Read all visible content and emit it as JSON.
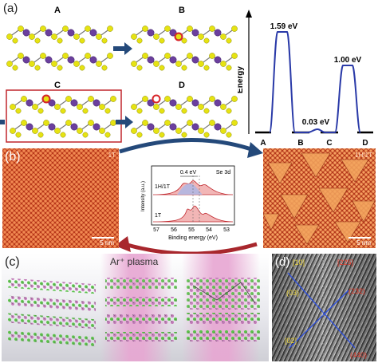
{
  "panel_a": {
    "letter": "(a)",
    "structures": [
      "A",
      "B",
      "C",
      "D"
    ],
    "energy_diagram": {
      "ylabel": "Energy",
      "states": [
        "A",
        "B",
        "C",
        "D"
      ],
      "barrier_labels": [
        "1.59 eV",
        "0.03 eV",
        "1.00 eV"
      ],
      "color": "#2a3aa8"
    }
  },
  "panel_b": {
    "letter": "(b)",
    "left_image_label": "1T",
    "right_image_label": "1H/1T",
    "left_scale": "5 nm",
    "right_scale": "5 nm",
    "xps": {
      "energy_diff": "0.4 eV",
      "peak_label": "Se 3d",
      "top_spectrum": "1H/1T",
      "bottom_spectrum": "1T",
      "ylabel": "Intensity (a.u.)",
      "xlabel": "Binding energy (eV)",
      "ticks": [
        "57",
        "56",
        "55",
        "54",
        "53"
      ]
    }
  },
  "panel_c": {
    "letter": "(c)",
    "plasma_label": "Ar⁺ plasma"
  },
  "panel_d": {
    "letter": "(d)",
    "labels": [
      "[10]",
      "[225]",
      "(03)",
      "(232)",
      "[02]",
      "(440)"
    ]
  },
  "colors": {
    "arrow_blue": "#24497a",
    "arrow_red": "#a8272d",
    "stm_red": "#c0441c",
    "stm_orange": "#e27a2a",
    "plasma_pink": "#e7a6d2",
    "selenium": "#e6e312",
    "metal": "#6b3f9e",
    "vacancy": "#d8262a"
  }
}
